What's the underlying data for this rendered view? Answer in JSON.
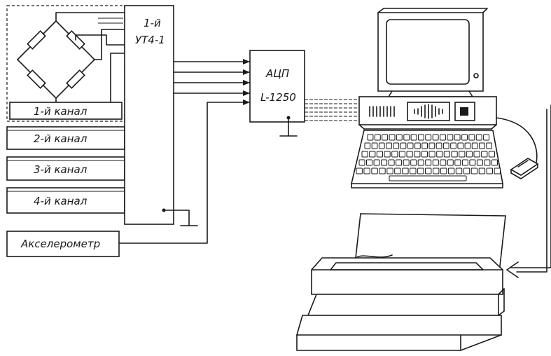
{
  "labels": {
    "amp_line1": "1-й",
    "amp_line2": "УТ4-1",
    "adc_line1": "АЦП",
    "adc_line2": "L-1250",
    "channel1": "1-й канал",
    "channel2": "2-й канал",
    "channel3": "3-й канал",
    "channel4": "4-й канал",
    "accelerometer": "Акселерометр"
  }
}
